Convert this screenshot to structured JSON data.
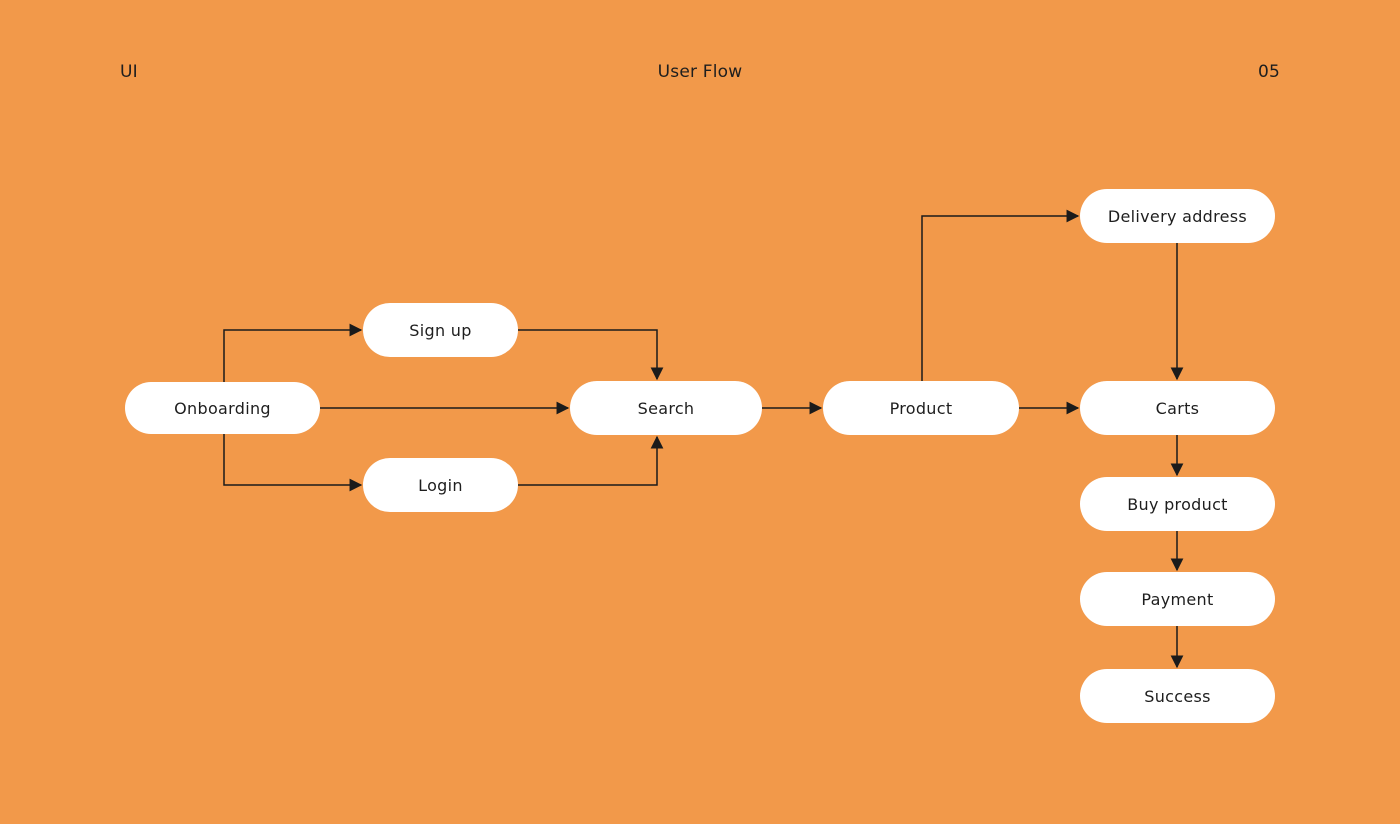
{
  "theme": {
    "background_color": "#F2994A",
    "node_fill": "#FFFFFF",
    "text_color": "#1E1E1E",
    "connector_color": "#1B1B1B"
  },
  "header": {
    "left_label": "UI",
    "title": "User Flow",
    "page_number": "05"
  },
  "flow": {
    "nodes": [
      {
        "id": "onboarding",
        "label": "Onboarding"
      },
      {
        "id": "sign-up",
        "label": "Sign up"
      },
      {
        "id": "login",
        "label": "Login"
      },
      {
        "id": "search",
        "label": "Search"
      },
      {
        "id": "product",
        "label": "Product"
      },
      {
        "id": "delivery-address",
        "label": "Delivery address"
      },
      {
        "id": "carts",
        "label": "Carts"
      },
      {
        "id": "buy-product",
        "label": "Buy product"
      },
      {
        "id": "payment",
        "label": "Payment"
      },
      {
        "id": "success",
        "label": "Success"
      }
    ],
    "edges": [
      {
        "from": "onboarding",
        "to": "sign-up"
      },
      {
        "from": "onboarding",
        "to": "login"
      },
      {
        "from": "onboarding",
        "to": "search"
      },
      {
        "from": "sign-up",
        "to": "search"
      },
      {
        "from": "login",
        "to": "search"
      },
      {
        "from": "search",
        "to": "product"
      },
      {
        "from": "product",
        "to": "delivery-address"
      },
      {
        "from": "product",
        "to": "carts"
      },
      {
        "from": "delivery-address",
        "to": "carts"
      },
      {
        "from": "carts",
        "to": "buy-product"
      },
      {
        "from": "buy-product",
        "to": "payment"
      },
      {
        "from": "payment",
        "to": "success"
      }
    ]
  }
}
